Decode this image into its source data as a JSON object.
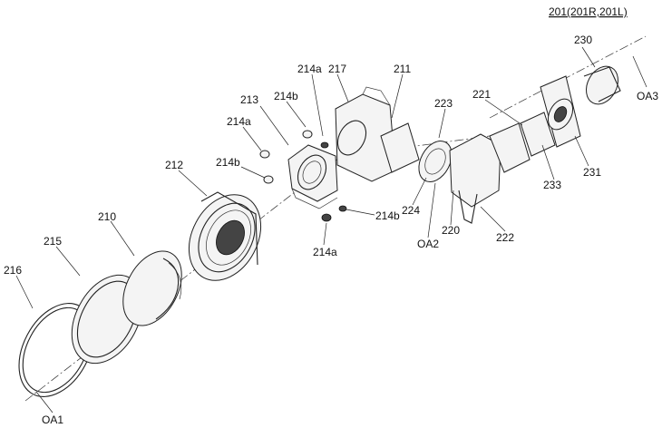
{
  "figure": {
    "title": "201(201R,201L)",
    "labels": {
      "l230": "230",
      "oa3": "OA3",
      "l214a_top": "214a",
      "l217": "217",
      "l211": "211",
      "l213": "213",
      "l214b_top": "214b",
      "l214a_left": "214a",
      "l214b_left": "214b",
      "l212": "212",
      "l221": "221",
      "l223": "223",
      "l231": "231",
      "l233": "233",
      "l224": "224",
      "l220": "220",
      "oa2": "OA2",
      "l222": "222",
      "l214b_bottom": "214b",
      "l214a_bottom": "214a",
      "l210": "210",
      "l215": "215",
      "l216": "216",
      "oa1": "OA1"
    }
  }
}
